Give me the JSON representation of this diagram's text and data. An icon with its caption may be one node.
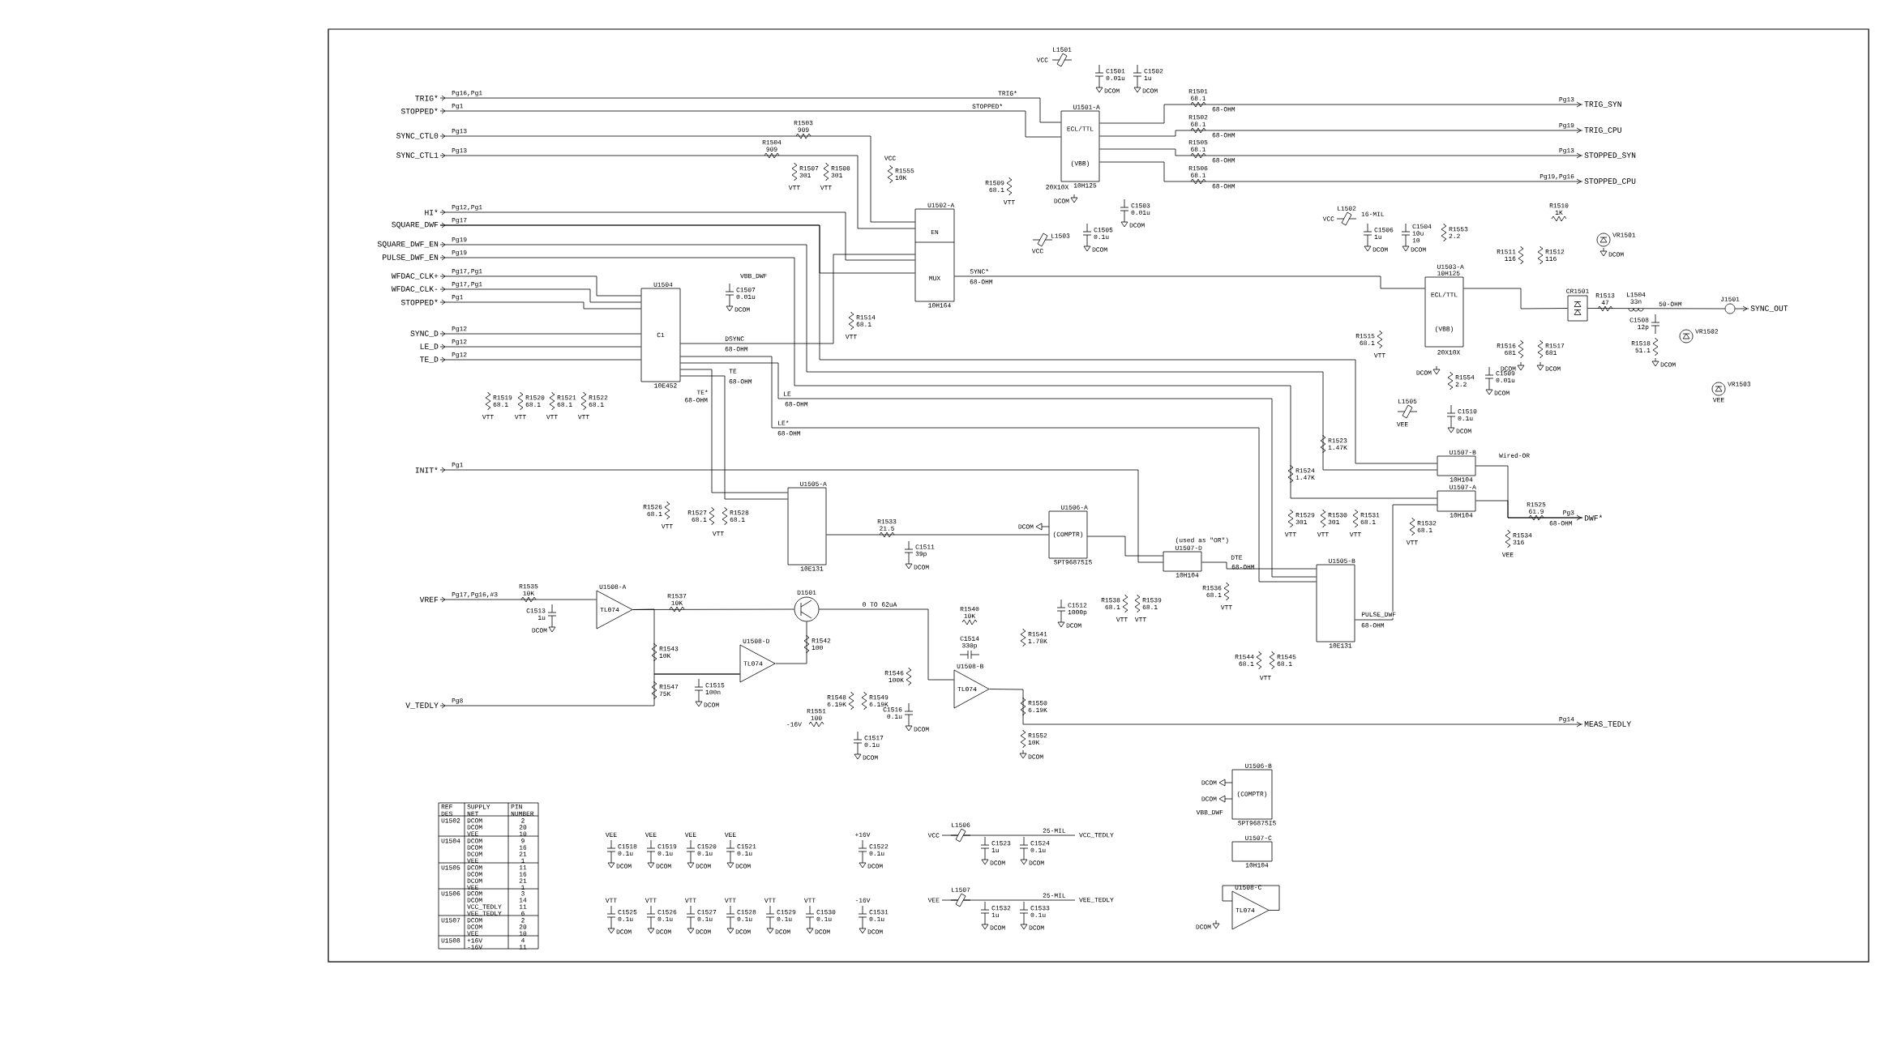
{
  "diagram": {
    "nodes": [
      {
        "text": [
          "TRIG*"
        ],
        "beside": [
          "Pg16,Pg1"
        ]
      },
      {
        "text": [
          "STOPPED*"
        ],
        "beside": [
          "Pg1"
        ]
      },
      {
        "text": [
          "SYNC_CTL0"
        ],
        "beside": [
          "Pg13"
        ]
      },
      {
        "text": [
          "SYNC_CTL1"
        ],
        "beside": [
          "Pg13"
        ]
      },
      {
        "text": [
          "HI*"
        ],
        "beside": [
          "Pg12,Pg1"
        ]
      },
      {
        "text": [
          "SQUARE_DWF"
        ],
        "beside": [
          "Pg17"
        ]
      },
      {
        "text": [
          "SQUARE_DWF_EN"
        ],
        "beside": [
          "Pg19"
        ]
      },
      {
        "text": [
          "PULSE_DWF_EN"
        ],
        "beside": [
          "Pg19"
        ]
      },
      {
        "text": [
          "WFDAC_CLK+"
        ],
        "beside": [
          "Pg17,Pg1"
        ]
      },
      {
        "text": [
          "WFDAC_CLK-"
        ],
        "beside": [
          "Pg17,Pg1"
        ]
      },
      {
        "text": [
          "STOPPED*"
        ],
        "beside": [
          "Pg1"
        ]
      },
      {
        "text": [
          "SYNC_D"
        ],
        "beside": [
          "Pg12"
        ]
      },
      {
        "text": [
          "LE_D"
        ],
        "beside": [
          "Pg12"
        ]
      },
      {
        "text": [
          "TE_D"
        ],
        "beside": [
          "Pg12"
        ]
      },
      {
        "text": [
          "INIT*"
        ],
        "beside": [
          "Pg1"
        ]
      },
      {
        "text": [
          "VREF"
        ],
        "beside": [
          "Pg17,Pg16,#3"
        ]
      },
      {
        "text": [
          "V_TEDLY"
        ],
        "beside": [
          "Pg8"
        ]
      },
      {
        "text": [
          "U1501-A",
          "ECL/TTL",
          "(VBB)",
          "10H125"
        ]
      },
      {
        "text": [
          "U1502-A",
          "EN",
          "MUX",
          "10H164"
        ]
      },
      {
        "text": [
          "U1504",
          "C1",
          "10E452"
        ]
      },
      {
        "text": [
          "U1503-A",
          "10H125",
          "ECL/TTL",
          "(VBB)"
        ]
      },
      {
        "text": [
          "U1505-A",
          "10E131"
        ]
      },
      {
        "text": [
          "U1506-A",
          "(COMPTR)",
          "SPT9687SIS"
        ]
      },
      {
        "text": [
          "(used as \"OR\")",
          "U1507-D",
          "10H104"
        ]
      },
      {
        "text": [
          "U1505-B",
          "10E131"
        ]
      },
      {
        "text": [
          "U1507-B",
          "10H104"
        ]
      },
      {
        "text": [
          "U1507-A",
          "10H104"
        ]
      },
      {
        "text": [
          "U1508-A",
          "TL074"
        ]
      },
      {
        "text": [
          "U1508-D",
          "TL074"
        ]
      },
      {
        "text": [
          "U1508-B",
          "TL074"
        ]
      },
      {
        "text": [
          "D1501"
        ]
      },
      {
        "text": [
          "CR1501"
        ]
      },
      {
        "text": [
          "J1501"
        ]
      },
      {
        "text": [
          "TRIG_SYN"
        ],
        "beside": [
          "Pg13"
        ]
      },
      {
        "text": [
          "TRIG_CPU"
        ],
        "beside": [
          "Pg19"
        ]
      },
      {
        "text": [
          "STOPPED_SYN"
        ],
        "beside": [
          "Pg13"
        ]
      },
      {
        "text": [
          "STOPPED_CPU"
        ],
        "beside": [
          "Pg19,Pg16"
        ]
      },
      {
        "text": [
          "SYNC_OUT"
        ]
      },
      {
        "text": [
          "DWF*"
        ],
        "beside": [
          "Pg3"
        ]
      },
      {
        "text": [
          "MEAS_TEDLY"
        ],
        "beside": [
          "Pg14"
        ]
      },
      {
        "text": [
          "U1506-B",
          "(COMPTR)",
          "SPT9687SIS"
        ]
      },
      {
        "text": [
          "U1507-C",
          "10H104"
        ]
      },
      {
        "text": [
          "U1508-C",
          "TL074"
        ]
      }
    ],
    "edges": [
      {
        "from": 0,
        "to": 17,
        "arrow": "none"
      },
      {
        "from": 1,
        "to": 17,
        "arrow": "none"
      },
      {
        "from": 2,
        "to": 18,
        "arrow": "none"
      },
      {
        "from": 3,
        "to": 18,
        "arrow": "none"
      },
      {
        "from": 4,
        "to": 18,
        "arrow": "none"
      },
      {
        "from": 5,
        "to": 18,
        "arrow": "none"
      },
      {
        "from": 6,
        "to": 25,
        "arrow": "none"
      },
      {
        "from": 7,
        "to": 26,
        "arrow": "none"
      },
      {
        "from": 5,
        "to": 25,
        "arrow": "none"
      },
      {
        "from": 8,
        "to": 19,
        "arrow": "none"
      },
      {
        "from": 9,
        "to": 19,
        "arrow": "none"
      },
      {
        "from": 10,
        "to": 19,
        "arrow": "none"
      },
      {
        "from": 11,
        "to": 19,
        "arrow": "none"
      },
      {
        "from": 12,
        "to": 19,
        "arrow": "none"
      },
      {
        "from": 13,
        "to": 19,
        "arrow": "none"
      },
      {
        "from": 19,
        "to": 18,
        "arrow": "none",
        "label": "DSYNC"
      },
      {
        "from": 18,
        "to": 20,
        "arrow": "none",
        "label": "SYNC*"
      },
      {
        "from": 17,
        "to": 33,
        "arrow": "none"
      },
      {
        "from": 17,
        "to": 34,
        "arrow": "none"
      },
      {
        "from": 17,
        "to": 35,
        "arrow": "none"
      },
      {
        "from": 17,
        "to": 36,
        "arrow": "none"
      },
      {
        "from": 20,
        "to": 31,
        "arrow": "none"
      },
      {
        "from": 31,
        "to": 32,
        "arrow": "none"
      },
      {
        "from": 32,
        "to": 37,
        "arrow": "none"
      },
      {
        "from": 19,
        "to": 21,
        "arrow": "none",
        "label": "TE"
      },
      {
        "from": 19,
        "to": 21,
        "arrow": "none",
        "label": "TE*"
      },
      {
        "from": 19,
        "to": 24,
        "arrow": "none",
        "label": "LE"
      },
      {
        "from": 19,
        "to": 24,
        "arrow": "none",
        "label": "LE*"
      },
      {
        "from": 14,
        "to": 23,
        "arrow": "none"
      },
      {
        "from": 21,
        "to": 22,
        "arrow": "none"
      },
      {
        "from": 22,
        "to": 23,
        "arrow": "none"
      },
      {
        "from": 23,
        "to": 24,
        "arrow": "none",
        "label": "DTE"
      },
      {
        "from": 24,
        "to": 26,
        "arrow": "none",
        "label": "PULSE_DWF"
      },
      {
        "from": 25,
        "to": 38,
        "arrow": "none"
      },
      {
        "from": 26,
        "to": 38,
        "arrow": "none"
      },
      {
        "from": 15,
        "to": 27,
        "arrow": "none"
      },
      {
        "from": 27,
        "to": 30,
        "arrow": "none"
      },
      {
        "from": 27,
        "to": 28,
        "arrow": "none"
      },
      {
        "from": 28,
        "to": 30,
        "arrow": "none"
      },
      {
        "from": 30,
        "to": 29,
        "arrow": "none",
        "label": "0 TO 62uA"
      },
      {
        "from": 29,
        "to": 39,
        "arrow": "none"
      },
      {
        "from": 16,
        "to": 28,
        "arrow": "none"
      }
    ],
    "labels": [
      "VCC",
      "L1501",
      "C1501 0.01u",
      "DCOM",
      "C1502 1u",
      "DCOM",
      "TRIG*",
      "STOPPED*",
      "R1501 68.1",
      "68-OHM",
      "R1502 68.1",
      "68-OHM",
      "R1505 68.1",
      "68-OHM",
      "R1506 68.1",
      "68-OHM",
      "R1503 909",
      "R1504 909",
      "R1507 301",
      "VTT",
      "R1508 301",
      "VTT",
      "VCC",
      "R1555 10K",
      "R1509 68.1",
      "VTT",
      "20X10X",
      "DCOM",
      "C1503 0.01u",
      "DCOM",
      "L1503",
      "VCC",
      "C1505 0.1u",
      "DCOM",
      "VCC",
      "L1502",
      "16-MIL",
      "C1506 1u",
      "DCOM",
      "C1504 10u 10",
      "DCOM",
      "R1553 2.2",
      "R1510 1K",
      "R1511 116",
      "R1512 116",
      "VR1501",
      "DCOM",
      "20X10X",
      "R1515 68.1",
      "VTT",
      "R1516 681",
      "DCOM",
      "R1517 681",
      "DCOM",
      "R1554 2.2",
      "DCOM",
      "C1509 0.01u",
      "DCOM",
      "L1505",
      "VEE",
      "C1510 0.1u",
      "DCOM",
      "R1513 47",
      "L1504 33n",
      "50-OHM",
      "C1508 12p",
      "R1518 51.1",
      "DCOM",
      "VR1502",
      "VR1503",
      "VEE",
      "C1507 0.01u",
      "VBB_DWF",
      "DCOM",
      "R1514 68.1",
      "VTT",
      "R1519 68.1",
      "VTT",
      "R1520 68.1",
      "VTT",
      "R1521 68.1",
      "VTT",
      "R1522 68.1",
      "VTT",
      "68-OHM",
      "68-OHM",
      "68-OHM",
      "68-OHM",
      "68-OHM",
      "68-OHM",
      "R1526 68.1",
      "VTT",
      "R1527 68.1",
      "R1528 68.1",
      "VTT",
      "R1533 21.5",
      "C1511 39p",
      "DCOM",
      "DCOM",
      "R1535 10K",
      "C1513 1u",
      "DCOM",
      "R1537 10K",
      "R1543 10K",
      "R1547 75K",
      "C1515 100n",
      "DCOM",
      "R1542 100",
      "R1540 10K",
      "C1514 330p",
      "R1546 100K",
      "C1516 0.1u",
      "DCOM",
      "R1548 6.19K",
      "R1549 6.19K",
      "R1551 100",
      "-16V",
      "C1517 0.1u",
      "DCOM",
      "C1512 1000p",
      "DCOM",
      "R1541 1.78K",
      "R1550 6.19K",
      "R1552 10K",
      "DCOM",
      "R1538 68.1",
      "R1539 68.1",
      "VTT",
      "VTT",
      "R1536 68.1",
      "VTT",
      "R1544 68.1",
      "R1545 68.1",
      "VTT",
      "R1523 1.47K",
      "R1524 1.47K",
      "R1529 301",
      "R1530 301",
      "R1531 68.1",
      "VTT",
      "VTT",
      "VTT",
      "R1532 68.1",
      "VTT",
      "Wired-OR",
      "R1525 61.9",
      "68-OHM",
      "R1534 316",
      "VEE",
      "68-OHM",
      "68-OHM",
      "DCOM",
      "DCOM",
      "VBB_DWF",
      "VCC",
      "L1506",
      "C1523 1u",
      "DCOM",
      "C1524 0.1u",
      "DCOM",
      "25-MIL",
      "VCC_TEDLY",
      "VEE",
      "L1507",
      "C1532 1u",
      "DCOM",
      "C1533 0.1u",
      "DCOM",
      "25-MIL",
      "VEE_TEDLY",
      "DCOM",
      "VEE",
      "C1518 0.1u",
      "DCOM",
      "VEE",
      "C1519 0.1u",
      "DCOM",
      "VEE",
      "C1520 0.1u",
      "DCOM",
      "VEE",
      "C1521 0.1u",
      "DCOM",
      "+16V",
      "C1522 0.1u",
      "DCOM",
      "VTT",
      "C1525 0.1u",
      "DCOM",
      "VTT",
      "C1526 0.1u",
      "DCOM",
      "VTT",
      "C1527 0.1u",
      "DCOM",
      "VTT",
      "C1528 0.1u",
      "DCOM",
      "VTT",
      "C1529 0.1u",
      "DCOM",
      "VTT",
      "C1530 0.1u",
      "DCOM",
      "-16V",
      "C1531 0.1u",
      "DCOM",
      "REF DES",
      "SUPPLY NET",
      "PIN NUMBER",
      "U1502",
      "DCOM",
      "2",
      "DCOM",
      "20",
      "VEE",
      "10",
      "U1504",
      "DCOM",
      "9",
      "DCOM",
      "16",
      "DCOM",
      "21",
      "VEE",
      "1",
      "U1505",
      "DCOM",
      "11",
      "DCOM",
      "16",
      "DCOM",
      "21",
      "VEE",
      "1",
      "U1506",
      "DCOM",
      "3",
      "DCOM",
      "14",
      "VCC_TEDLY",
      "11",
      "VEE_TEDLY",
      "6",
      "U1507",
      "DCOM",
      "2",
      "DCOM",
      "20",
      "VEE",
      "10",
      "U1508",
      "+16V",
      "4",
      "-16V",
      "11"
    ]
  }
}
